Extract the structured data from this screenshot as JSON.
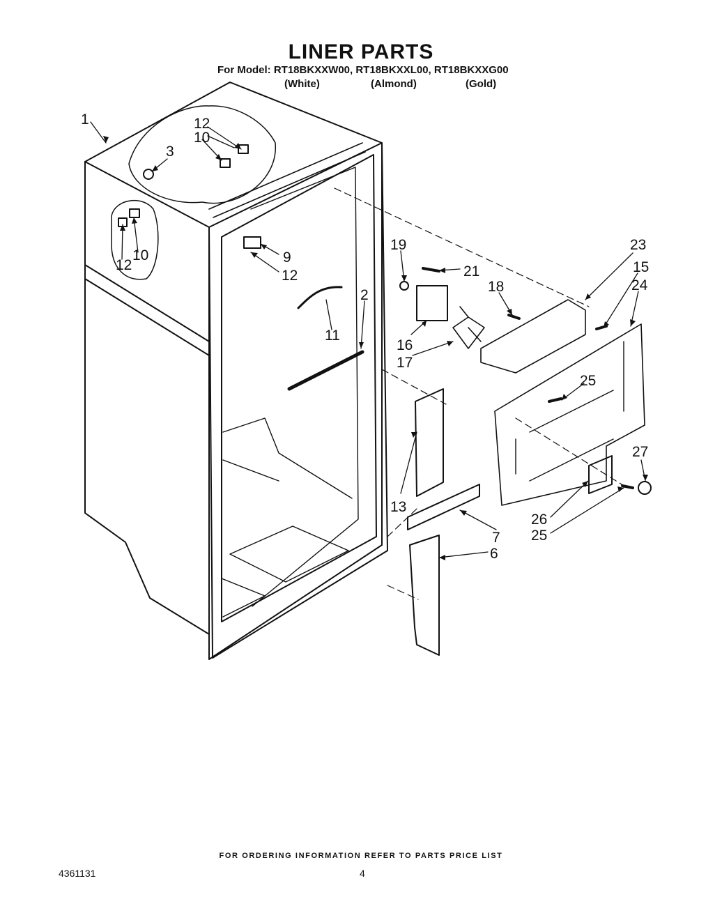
{
  "title": "LINER PARTS",
  "model_line": "For Model: RT18BKXXW00, RT18BKXXL00, RT18BKXXG00",
  "colors": [
    "(White)",
    "(Almond)",
    "(Gold)"
  ],
  "callouts": [
    "1",
    "12",
    "10",
    "3",
    "12",
    "10",
    "9",
    "12",
    "11",
    "2",
    "19",
    "21",
    "18",
    "23",
    "15",
    "24",
    "16",
    "17",
    "25",
    "13",
    "7",
    "6",
    "27",
    "26",
    "25"
  ],
  "footer": "FOR ORDERING INFORMATION REFER TO PARTS PRICE LIST",
  "doc_number": "4361131",
  "page_number": "4"
}
